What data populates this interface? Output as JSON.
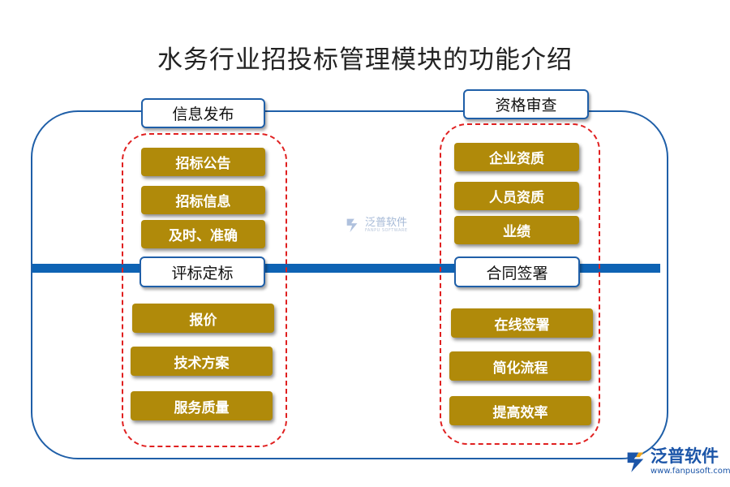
{
  "title": "水务行业招投标管理模块的功能介绍",
  "sections": {
    "info_publish": {
      "label": "信息发布",
      "items": [
        "招标公告",
        "招标信息",
        "及时、准确"
      ]
    },
    "bid_evaluation": {
      "label": "评标定标",
      "items": [
        "报价",
        "技术方案",
        "服务质量"
      ]
    },
    "qualification_review": {
      "label": "资格审查",
      "items": [
        "企业资质",
        "人员资质",
        "业绩"
      ]
    },
    "contract_signing": {
      "label": "合同签署",
      "items": [
        "在线签署",
        "简化流程",
        "提高效率"
      ]
    }
  },
  "watermark": {
    "name": "泛普软件",
    "sub": "FANPU SOFTWARE"
  },
  "corner_logo": {
    "name": "泛普软件",
    "url": "www.fanpusoft.com"
  },
  "colors": {
    "frame": "#1f5fa8",
    "divider": "#0e63b4",
    "dashed": "#e02020",
    "pill": "#b08a0a"
  }
}
